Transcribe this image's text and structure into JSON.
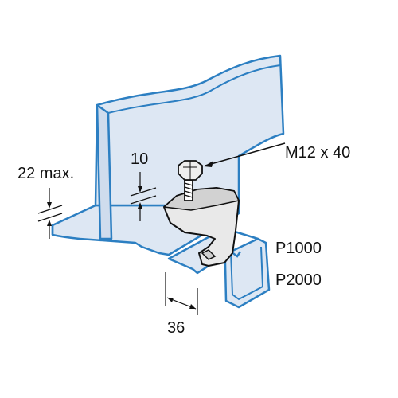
{
  "labels": {
    "bolt": "M12 x 40",
    "flange_thickness": "22 max.",
    "jaw_gap": "10",
    "channel_width": "36",
    "channel_small": "P1000",
    "channel_large": "P2000"
  },
  "colors": {
    "steel_fill": "#dde7f3",
    "steel_outline": "#2c7fc2",
    "clamp_fill": "#e9e9e9",
    "clamp_outline": "#111111",
    "dimension_line": "#111111"
  }
}
